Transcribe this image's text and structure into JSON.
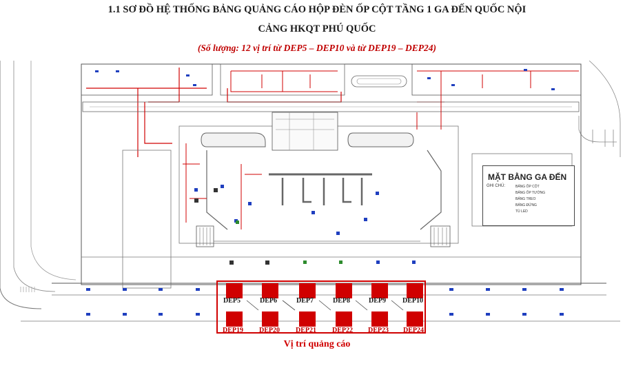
{
  "title": {
    "line1": "1.1 SƠ ĐỒ HỆ THỐNG BẢNG QUẢNG CÁO HỘP ĐÈN ỐP CỘT TẦNG 1 GA ĐẾN QUỐC NỘI",
    "line2": "CẢNG HKQT PHÚ QUỐC",
    "subtitle": "(Số lượng: 12 vị trí từ DEP5 – DEP10 và từ DEP19 – DEP24)"
  },
  "legend": {
    "title": "MẶT BẰNG GA ĐẾN",
    "note": "GHI CHÚ:",
    "items": [
      "BẢNG ỐP CỘT",
      "BẢNG ỐP TƯỜNG",
      "BẢNG TREO",
      "BẢNG ĐỨNG",
      "TỦ LED"
    ]
  },
  "positions_top": [
    "DEP5",
    "DEP6",
    "DEP7",
    "DEP8",
    "DEP9",
    "DEP10"
  ],
  "positions_bottom": [
    "DEP19",
    "DEP20",
    "DEP21",
    "DEP22",
    "DEP23",
    "DEP24"
  ],
  "caption": "Vị trí quảng cáo",
  "colors": {
    "highlight": "#d00000",
    "lines": "#555555",
    "accent_blue": "#1f3fbf"
  }
}
